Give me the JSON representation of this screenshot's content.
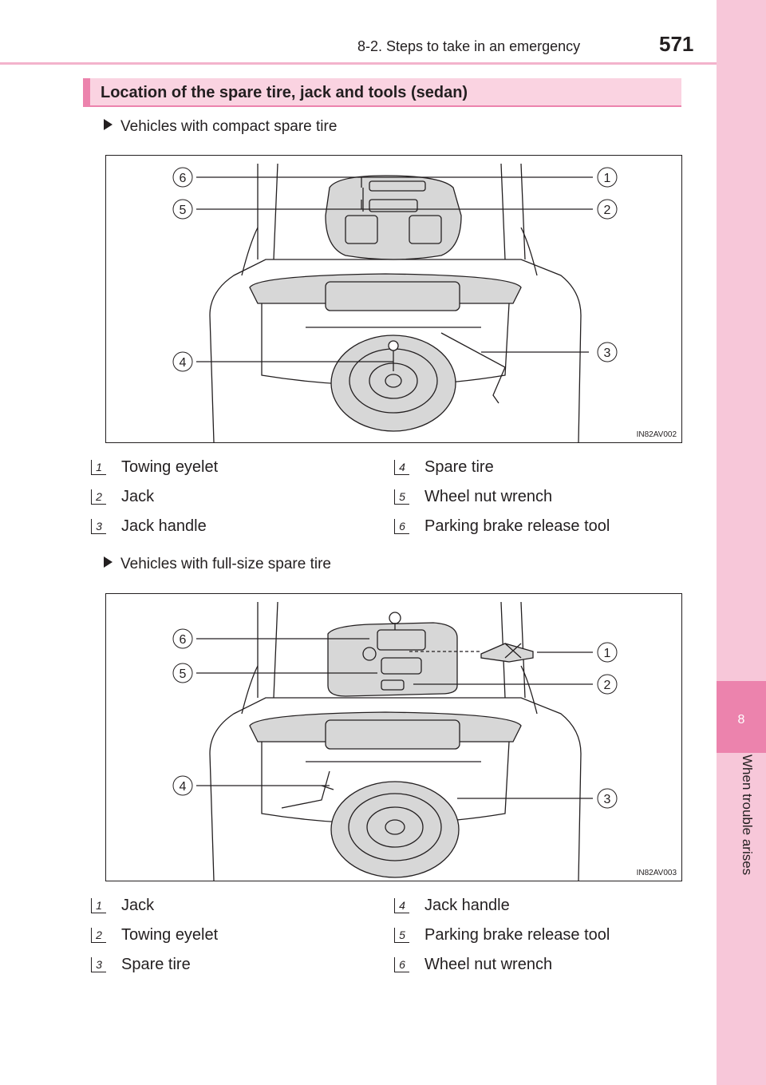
{
  "header": {
    "section": "8-2. Steps to take in an emergency",
    "page_number": "571"
  },
  "side_tab": {
    "chapter_number": "8",
    "chapter_title": "When trouble arises"
  },
  "section_title": "Location of the spare tire, jack and tools (sedan)",
  "compact": {
    "bullet": "Vehicles with compact spare tire",
    "figure_code": "IN82AV002",
    "callouts": [
      "1",
      "2",
      "3",
      "4",
      "5",
      "6"
    ],
    "legend": [
      {
        "num": "1",
        "label": "Towing eyelet"
      },
      {
        "num": "2",
        "label": "Jack"
      },
      {
        "num": "3",
        "label": "Jack handle"
      },
      {
        "num": "4",
        "label": "Spare tire"
      },
      {
        "num": "5",
        "label": "Wheel nut wrench"
      },
      {
        "num": "6",
        "label": "Parking brake release tool"
      }
    ]
  },
  "fullsize": {
    "bullet": "Vehicles with full-size spare tire",
    "figure_code": "IN82AV003",
    "callouts": [
      "1",
      "2",
      "3",
      "4",
      "5",
      "6"
    ],
    "legend": [
      {
        "num": "1",
        "label": "Jack"
      },
      {
        "num": "2",
        "label": "Towing eyelet"
      },
      {
        "num": "3",
        "label": "Spare tire"
      },
      {
        "num": "4",
        "label": "Jack handle"
      },
      {
        "num": "5",
        "label": "Parking brake release tool"
      },
      {
        "num": "6",
        "label": "Wheel nut wrench"
      }
    ]
  },
  "colors": {
    "accent": "#ec83ad",
    "title_bg": "#fad3e1",
    "side_tab": "#f7c7d9"
  }
}
